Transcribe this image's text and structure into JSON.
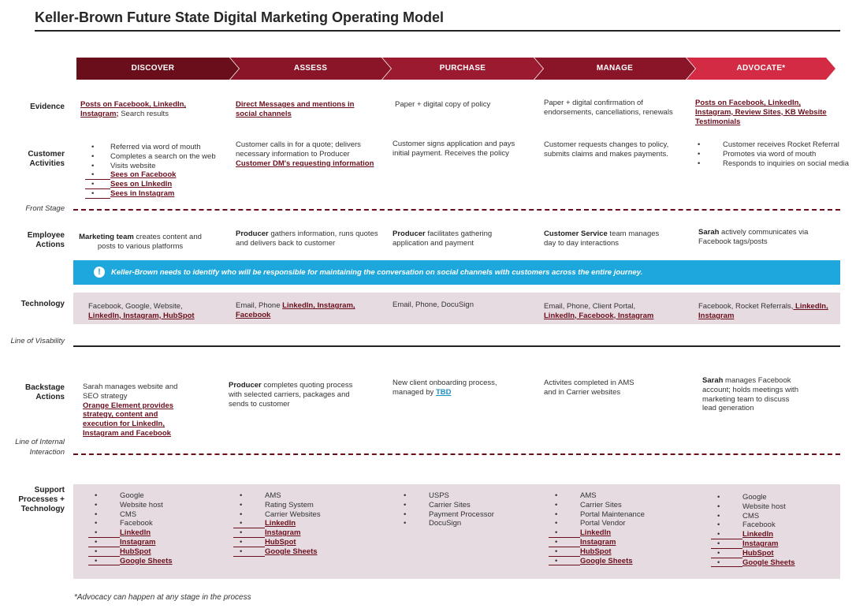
{
  "title": "Keller-Brown Future State Digital Marketing Operating Model",
  "stages": [
    "DISCOVER",
    "ASSESS",
    "PURCHASE",
    "MANAGE",
    "ADVOCATE*"
  ],
  "colors": {
    "stage_dark": "#6b0e1c",
    "stage_mid": "#8a1528",
    "stage_mid2": "#9b1a30",
    "stage_advocate": "#d42b45",
    "banner": "#1ea7dc",
    "band": "#e6dbe1",
    "link": "#6b0e1c"
  },
  "row_labels": {
    "evidence": "Evidence",
    "customer_activities": "Customer Activities",
    "employee_actions": "Employee Actions",
    "technology": "Technology",
    "backstage_actions": "Backstage Actions",
    "support": "Support Processes + Technology"
  },
  "line_labels": {
    "front_stage": "Front Stage",
    "visibility": "Line of Visability",
    "internal": "Line of Internal Interaction"
  },
  "evidence": {
    "discover_link": "Posts on Facebook, LinkedIn, Instagram;",
    "discover_rest": " Search results",
    "assess_link": "Direct Messages and mentions in social channels",
    "purchase": "Paper + digital copy of policy",
    "manage": "Paper + digital confirmation of endorsements, cancellations, renewals",
    "advocate_link": "Posts on Facebook, LinkedIn, Instagram, Review Sites, KB Website Testimonials"
  },
  "activities": {
    "discover": [
      {
        "text": "Referred via word of mouth",
        "link": false
      },
      {
        "text": "Completes a search on the web",
        "link": false
      },
      {
        "text": "Visits website",
        "link": false
      },
      {
        "text": "Sees on Facebook",
        "link": true
      },
      {
        "text": "Sees on LInkedIn",
        "link": true
      },
      {
        "text": "Sees in Instagram",
        "link": true
      }
    ],
    "assess_text": "Customer calls in for a quote; delivers necessary information to Producer",
    "assess_link": "Customer DM's requesting information",
    "purchase": "Customer signs application and pays initial payment. Receives the policy",
    "manage": "Customer requests changes to policy, submits claims and makes payments.",
    "advocate": [
      "Customer receives Rocket Referral",
      "Promotes via word of mouth",
      "Responds to inquiries on social media"
    ]
  },
  "employee": {
    "discover_bold": "Marketing team",
    "discover_rest": " creates content and posts to various platforms",
    "assess_bold": "Producer",
    "assess_rest": " gathers information, runs quotes and delivers back to customer",
    "purchase_bold": "Producer",
    "purchase_rest": " facilitates gathering application and payment",
    "manage_bold": "Customer Service",
    "manage_rest": " team manages day to day interactions",
    "advocate_bold": "Sarah",
    "advocate_rest": " actively communicates via Facebook tags/posts"
  },
  "banner": {
    "icon": "info-icon",
    "text": "Keller-Brown needs to identify who will be responsible for maintaining the conversation on social channels with customers across the entire journey."
  },
  "technology": {
    "discover_plain": "Facebook, Google, Website,",
    "discover_link": "LinkedIn, Instagram, HubSpot",
    "assess_plain": "Email, Phone ",
    "assess_link": "LinkedIn, Instagram, Facebook",
    "purchase": "Email, Phone, DocuSign",
    "manage_plain": "Email, Phone, Client Portal,",
    "manage_link": "LinkedIn, Facebook, Instagram",
    "advocate_plain": "Facebook, Rocket Referrals,",
    "advocate_link": " LinkedIn, Instagram"
  },
  "backstage": {
    "discover_plain": "Sarah manages website and SEO strategy",
    "discover_link": "Orange Element provides strategy, content and execution for LinkedIn, Instagram and Facebook",
    "assess_bold": "Producer",
    "assess_rest": " completes quoting process with selected carriers, packages and sends to customer",
    "purchase_plain": "New client onboarding process, managed by ",
    "purchase_link": "TBD",
    "manage": "Activites completed in AMS and in Carrier websites",
    "advocate_bold": "Sarah",
    "advocate_rest": " manages Facebook account; holds meetings with marketing team to discuss lead generation"
  },
  "support": {
    "discover": [
      {
        "text": "Google",
        "link": false
      },
      {
        "text": "Website host",
        "link": false
      },
      {
        "text": "CMS",
        "link": false
      },
      {
        "text": "Facebook",
        "link": false
      },
      {
        "text": "LinkedIn",
        "link": true
      },
      {
        "text": "Instagram",
        "link": true
      },
      {
        "text": "HubSpot",
        "link": true
      },
      {
        "text": "Google Sheets",
        "link": true
      }
    ],
    "assess": [
      {
        "text": "AMS",
        "link": false
      },
      {
        "text": "Rating System",
        "link": false
      },
      {
        "text": "Carrier Websites",
        "link": false
      },
      {
        "text": "LinkedIn",
        "link": true
      },
      {
        "text": "Instagram",
        "link": true
      },
      {
        "text": "HubSpot",
        "link": true
      },
      {
        "text": "Google Sheets",
        "link": true
      }
    ],
    "purchase": [
      {
        "text": "USPS",
        "link": false
      },
      {
        "text": "Carrier Sites",
        "link": false
      },
      {
        "text": "Payment Processor",
        "link": false
      },
      {
        "text": "DocuSign",
        "link": false
      }
    ],
    "manage": [
      {
        "text": "AMS",
        "link": false
      },
      {
        "text": "Carrier Sites",
        "link": false
      },
      {
        "text": "Portal Maintenance",
        "link": false
      },
      {
        "text": "Portal Vendor",
        "link": false
      },
      {
        "text": "LinkedIn",
        "link": true
      },
      {
        "text": "Instagram",
        "link": true
      },
      {
        "text": "HubSpot",
        "link": true
      },
      {
        "text": "Google Sheets",
        "link": true
      }
    ],
    "advocate": [
      {
        "text": "Google",
        "link": false
      },
      {
        "text": "Website host",
        "link": false
      },
      {
        "text": "CMS",
        "link": false
      },
      {
        "text": "Facebook",
        "link": false
      },
      {
        "text": "LinkedIn",
        "link": true
      },
      {
        "text": "Instagram",
        "link": true
      },
      {
        "text": "HubSpot",
        "link": true
      },
      {
        "text": "Google Sheets",
        "link": true
      }
    ]
  },
  "footnote": "*Advocacy can happen at any stage in the process"
}
